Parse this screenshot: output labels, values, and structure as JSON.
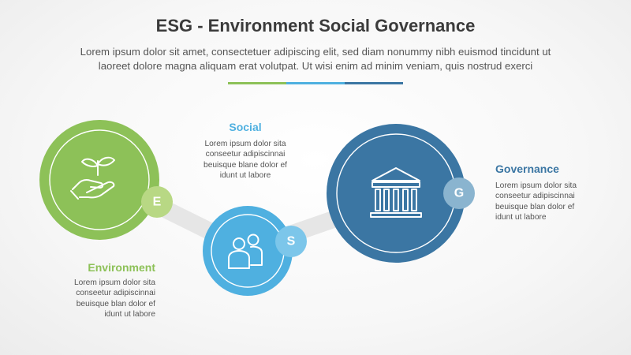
{
  "header": {
    "title": "ESG - Environment Social Governance",
    "subtitle_line1": "Lorem ipsum dolor sit amet, consectetuer adipiscing elit, sed diam nonummy nibh euismod tincidunt ut",
    "subtitle_line2": "laoreet dolore magna aliquam erat volutpat. Ut wisi enim ad minim veniam, quis nostrud exerci"
  },
  "colors": {
    "environment": "#8dc158",
    "environment_badge": "#b8d884",
    "social": "#4fb0e0",
    "social_badge": "#7cc6ea",
    "governance": "#3b76a3",
    "governance_badge": "#8ab4cf",
    "connector": "#e6e6e6",
    "title": "#3b3b3b",
    "text": "#555555"
  },
  "items": [
    {
      "key": "environment",
      "letter": "E",
      "heading": "Environment",
      "icon": "hand-plant-icon",
      "desc": [
        "Lorem ipsum dolor sita",
        "conseetur adipiscinnai",
        "beuisque blan dolor ef",
        "idunt ut labore"
      ]
    },
    {
      "key": "social",
      "letter": "S",
      "heading": "Social",
      "icon": "users-icon",
      "desc": [
        "Lorem ipsum dolor sita",
        "conseetur adipiscinnai",
        "beuisque blane dolor ef",
        "idunt ut labore"
      ]
    },
    {
      "key": "governance",
      "letter": "G",
      "heading": "Governance",
      "icon": "government-building-icon",
      "desc": [
        "Lorem ipsum dolor sita",
        "conseetur adipiscinnai",
        "beuisque blan dolor ef",
        "idunt ut labore"
      ]
    }
  ]
}
